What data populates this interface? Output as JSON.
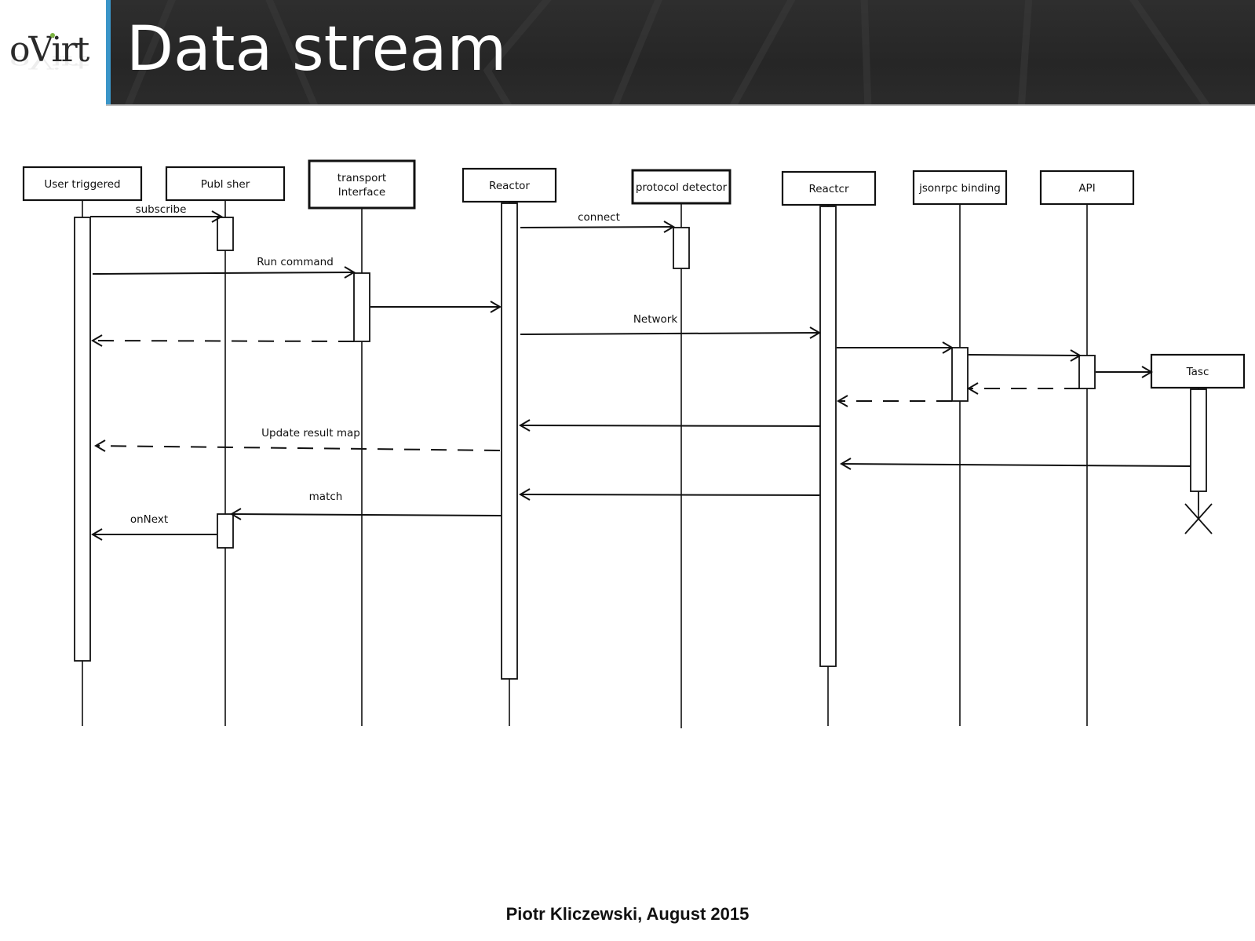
{
  "header": {
    "logo_text": "oVirt",
    "title": "Data stream",
    "accent_color": "#3a95c8",
    "logo_dot_color": "#7bb341"
  },
  "diagram": {
    "type": "sequence",
    "participants": [
      {
        "id": "user",
        "lines": [
          "User triggered"
        ]
      },
      {
        "id": "publisher",
        "lines": [
          "Publ sher"
        ]
      },
      {
        "id": "transport",
        "lines": [
          "transport",
          "Interface"
        ]
      },
      {
        "id": "reactor1",
        "lines": [
          "Reactor"
        ]
      },
      {
        "id": "protocol",
        "lines": [
          "protocol detector"
        ]
      },
      {
        "id": "reactor2",
        "lines": [
          "Reactcr"
        ]
      },
      {
        "id": "jsonrpc",
        "lines": [
          "jsonrpc binding"
        ]
      },
      {
        "id": "api",
        "lines": [
          "API"
        ]
      },
      {
        "id": "task",
        "lines": [
          "Tasc"
        ]
      }
    ],
    "messages": [
      {
        "from": "user",
        "to": "publisher",
        "label": "subscribe",
        "style": "solid"
      },
      {
        "from": "reactor1",
        "to": "protocol",
        "label": "connect",
        "style": "solid"
      },
      {
        "from": "user",
        "to": "transport",
        "label": "Run command",
        "style": "solid"
      },
      {
        "from": "transport",
        "to": "reactor1",
        "label": "",
        "style": "solid"
      },
      {
        "from": "reactor1",
        "to": "reactor2",
        "label": "Network",
        "style": "solid"
      },
      {
        "from": "transport",
        "to": "user",
        "label": "",
        "style": "dashed"
      },
      {
        "from": "reactor2",
        "to": "jsonrpc",
        "label": "",
        "style": "solid"
      },
      {
        "from": "jsonrpc",
        "to": "api",
        "label": "",
        "style": "solid"
      },
      {
        "from": "api",
        "to": "task",
        "label": "",
        "style": "solid"
      },
      {
        "from": "api",
        "to": "jsonrpc",
        "label": "",
        "style": "dashed"
      },
      {
        "from": "jsonrpc",
        "to": "reactor2",
        "label": "",
        "style": "dashed"
      },
      {
        "from": "reactor2",
        "to": "reactor1",
        "label": "",
        "style": "solid"
      },
      {
        "from": "reactor1",
        "to": "user",
        "label": "Update result map",
        "style": "dashed"
      },
      {
        "from": "task",
        "to": "reactor2",
        "label": "",
        "style": "solid"
      },
      {
        "from": "reactor2",
        "to": "reactor1",
        "label": "",
        "style": "solid"
      },
      {
        "from": "reactor1",
        "to": "publisher",
        "label": "match",
        "style": "solid"
      },
      {
        "from": "publisher",
        "to": "user",
        "label": "onNext",
        "style": "solid"
      }
    ],
    "destroyed": [
      "task"
    ]
  },
  "footer": {
    "text": "Piotr Kliczewski, August 2015"
  }
}
